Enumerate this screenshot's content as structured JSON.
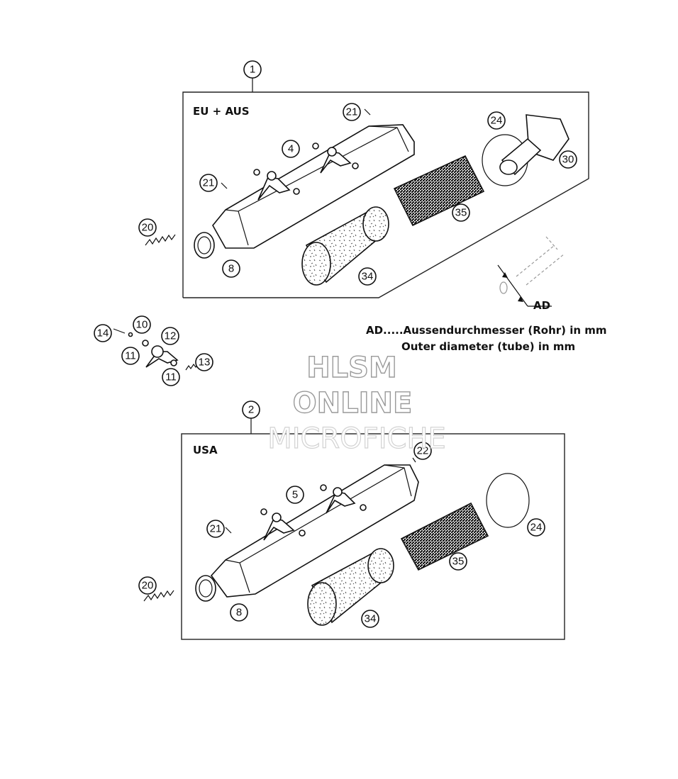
{
  "groups": [
    {
      "callout": "1",
      "region_label": "EU + AUS"
    },
    {
      "callout": "2",
      "region_label": "USA"
    }
  ],
  "eu_callouts": {
    "p4": "4",
    "p21a": "21",
    "p21b": "21",
    "p24": "24",
    "p30": "30",
    "p35": "35",
    "p34": "34",
    "p8": "8",
    "p20": "20"
  },
  "bracket_callouts": {
    "p14": "14",
    "p10": "10",
    "p12": "12",
    "p11a": "11",
    "p11b": "11",
    "p13": "13"
  },
  "usa_callouts": {
    "p22": "22",
    "p5": "5",
    "p21": "21",
    "p24": "24",
    "p35": "35",
    "p8": "8",
    "p34": "34",
    "p20": "20"
  },
  "ad_detail": {
    "label": "AD"
  },
  "notes": {
    "line1": "AD.....Aussendurchmesser (Rohr) in mm",
    "line2": "Outer diameter (tube) in mm"
  },
  "watermark": {
    "line1": "HLSM",
    "line2": "ONLINE",
    "line3": "MICROFICHE"
  }
}
